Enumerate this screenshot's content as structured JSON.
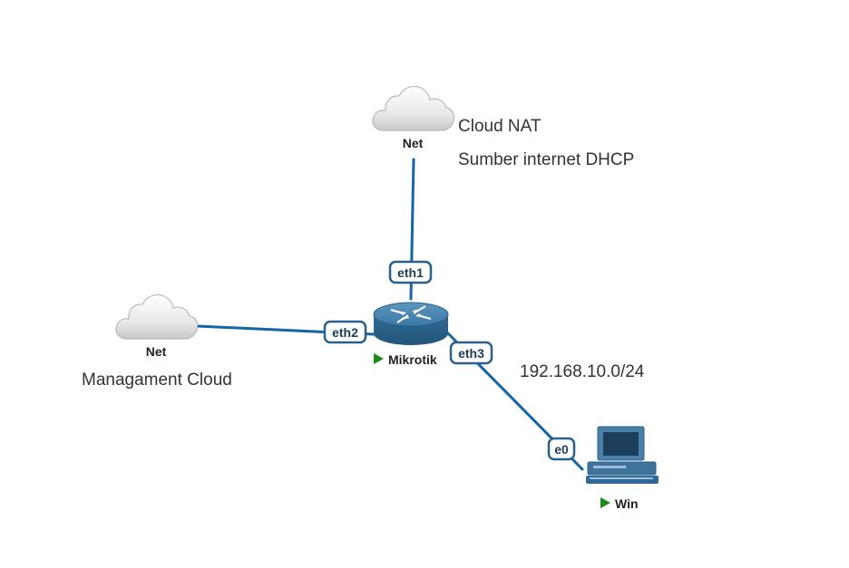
{
  "nodes": {
    "cloud_nat": {
      "label": "Net"
    },
    "cloud_mgmt": {
      "label": "Net"
    },
    "router": {
      "label": "Mikrotik",
      "status": "running"
    },
    "pc": {
      "label": "Win",
      "status": "running"
    }
  },
  "interfaces": {
    "router_eth1": "eth1",
    "router_eth2": "eth2",
    "router_eth3": "eth3",
    "pc_e0": "e0"
  },
  "notes": {
    "cloud_nat_title": "Cloud NAT",
    "cloud_nat_desc": "Sumber internet DHCP",
    "mgmt_cloud": "Managament Cloud",
    "lan_subnet": "192.168.10.0/24"
  },
  "colors": {
    "link": "#1565a6",
    "running_indicator": "#1a8a1a",
    "router_body": "#2f6a94"
  }
}
